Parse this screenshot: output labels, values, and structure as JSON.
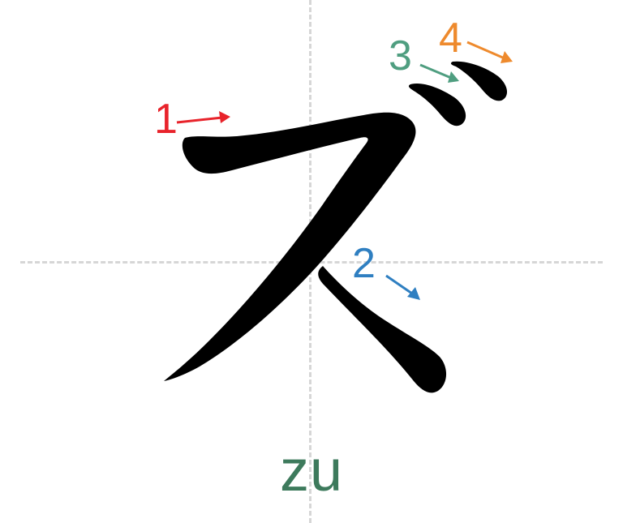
{
  "character": "ズ",
  "romaji": "zu",
  "strokes": [
    {
      "number": "1",
      "color": "#e8232b"
    },
    {
      "number": "2",
      "color": "#2f7fc1"
    },
    {
      "number": "3",
      "color": "#4f9e80"
    },
    {
      "number": "4",
      "color": "#ee8a2d"
    }
  ],
  "colors": {
    "ink": "#000000",
    "guide": "#d6d6d6",
    "romaji": "#3d7a5c"
  }
}
